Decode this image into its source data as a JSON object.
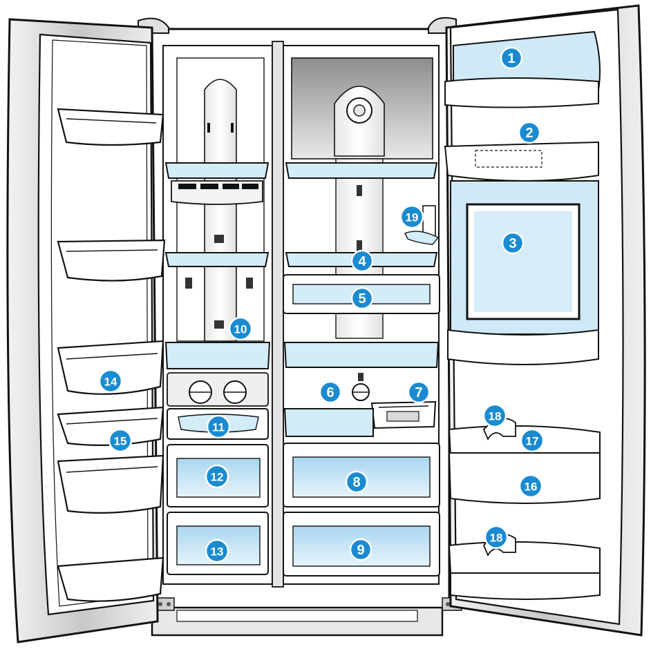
{
  "diagram": {
    "callouts": [
      {
        "id": "callout-1",
        "label": "1"
      },
      {
        "id": "callout-2",
        "label": "2"
      },
      {
        "id": "callout-3",
        "label": "3"
      },
      {
        "id": "callout-4",
        "label": "4"
      },
      {
        "id": "callout-5",
        "label": "5"
      },
      {
        "id": "callout-6",
        "label": "6"
      },
      {
        "id": "callout-7",
        "label": "7"
      },
      {
        "id": "callout-8",
        "label": "8"
      },
      {
        "id": "callout-9",
        "label": "9"
      },
      {
        "id": "callout-10",
        "label": "10"
      },
      {
        "id": "callout-11",
        "label": "11"
      },
      {
        "id": "callout-12",
        "label": "12"
      },
      {
        "id": "callout-13",
        "label": "13"
      },
      {
        "id": "callout-14",
        "label": "14"
      },
      {
        "id": "callout-15",
        "label": "15"
      },
      {
        "id": "callout-16",
        "label": "16"
      },
      {
        "id": "callout-17",
        "label": "17"
      },
      {
        "id": "callout-18",
        "label": "18"
      },
      {
        "id": "callout-18b",
        "label": "18"
      },
      {
        "id": "callout-19",
        "label": "19"
      }
    ],
    "colors": {
      "callout": "#1a8bd1",
      "glass": "#c9e6f6",
      "frame": "#d9d9d9",
      "outline": "#111111"
    }
  }
}
